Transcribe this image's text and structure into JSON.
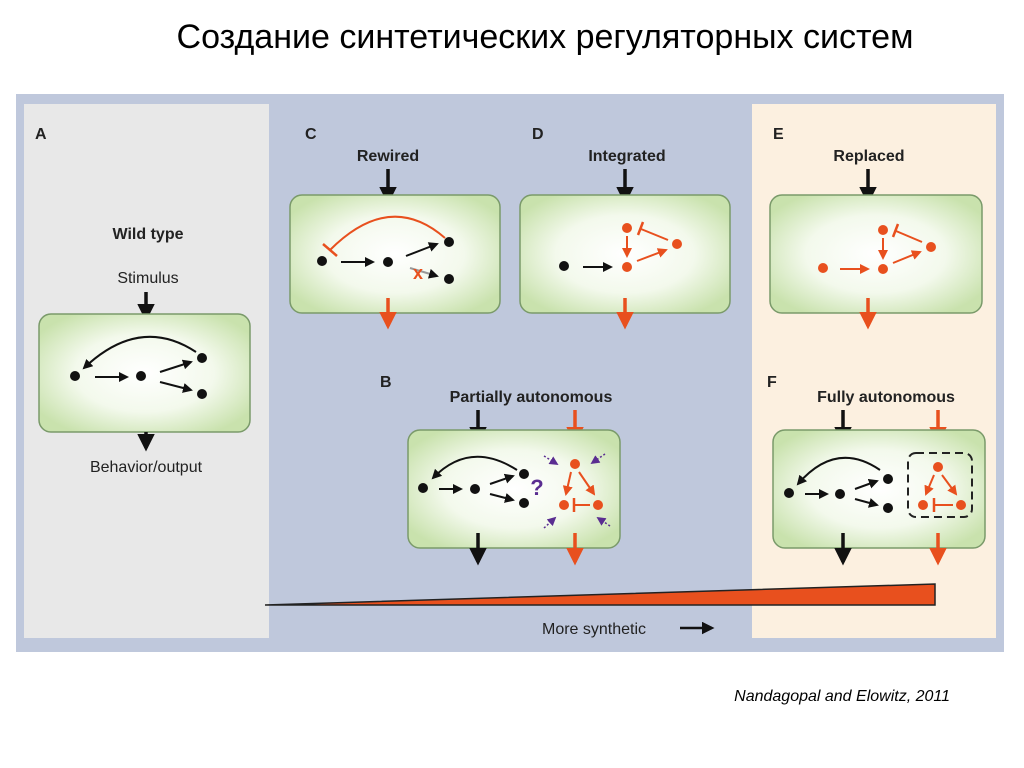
{
  "slide": {
    "title": "Создание синтетических регуляторных систем",
    "citation": "Nandagopal and Elowitz, 2011"
  },
  "panels": {
    "a": {
      "letter": "A",
      "heading": "Wild type",
      "input_label": "Stimulus",
      "output_label": "Behavior/output"
    },
    "b": {
      "letter": "B",
      "heading": "Partially autonomous",
      "mark": "?"
    },
    "c": {
      "letter": "C",
      "heading": "Rewired",
      "mark": "x"
    },
    "d": {
      "letter": "D",
      "heading": "Integrated"
    },
    "e": {
      "letter": "E",
      "heading": "Replaced"
    },
    "f": {
      "letter": "F",
      "heading": "Fully autonomous"
    }
  },
  "scale": {
    "label": "More synthetic"
  },
  "colors": {
    "frame": "#bfc8dc",
    "wild_type_bg": "#e8e8e8",
    "synthetic_bg": "#fcf0e0",
    "cell_fill": "#dfeec8",
    "cell_border": "#7a9a6a",
    "synthetic": "#e8501e",
    "native": "#111111",
    "external_cue": "#5a2d91"
  }
}
